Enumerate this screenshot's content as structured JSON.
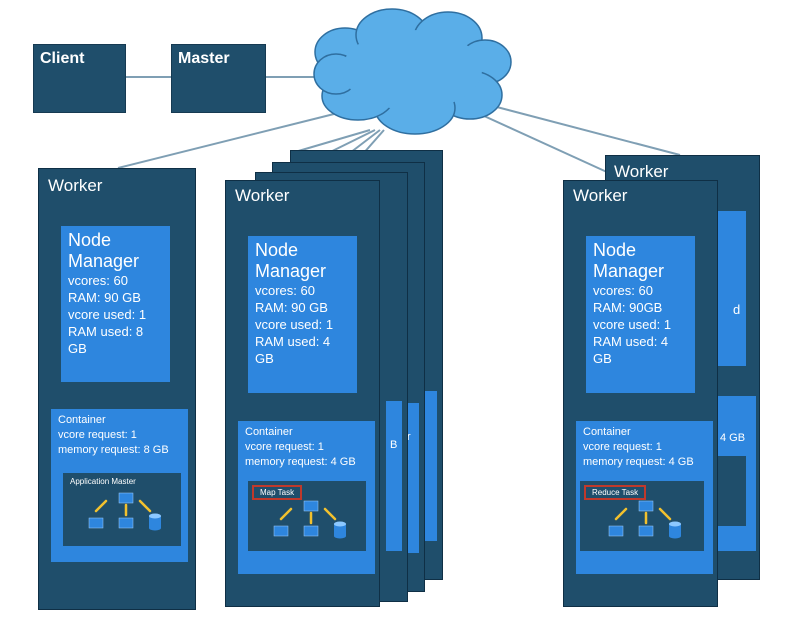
{
  "client": {
    "label": "Client"
  },
  "master": {
    "label": "Master"
  },
  "worker_label": "Worker",
  "workers": [
    {
      "title": "Worker",
      "node_manager": {
        "title": "Node Manager",
        "lines": [
          "vcores: 60",
          "RAM: 90 GB",
          "vcore used: 1",
          "RAM used: 8 GB"
        ]
      },
      "container": {
        "title": "Container",
        "lines": [
          "vcore request: 1",
          "memory request: 8 GB"
        ]
      },
      "task": "Application Master"
    },
    {
      "title": "Worker",
      "node_manager": {
        "title": "Node Manager",
        "lines": [
          "vcores: 60",
          "RAM: 90 GB",
          "vcore used: 1",
          "RAM used: 4 GB"
        ]
      },
      "container": {
        "title": "Container",
        "lines": [
          "vcore request: 1",
          "memory request: 4 GB"
        ]
      },
      "task": "Map Task"
    },
    {
      "title": "Worker",
      "node_manager": {
        "title": "Node Manager",
        "lines": [
          "vcores: 60",
          "RAM: 90GB",
          "vcore used: 1",
          "RAM used: 4 GB"
        ]
      },
      "container": {
        "title": "Container",
        "lines": [
          "vcore request: 1",
          "memory request: 4 GB"
        ]
      },
      "task": "Reduce Task"
    }
  ],
  "back_fragments": {
    "d": "d",
    "gb": "4 GB",
    "b": "B",
    "r": "r"
  },
  "colors": {
    "dark": "#1f4e6b",
    "blue": "#2e86de",
    "cloud": "#5aaee8",
    "arrow": "#f2c12e",
    "red": "#c0392b"
  }
}
